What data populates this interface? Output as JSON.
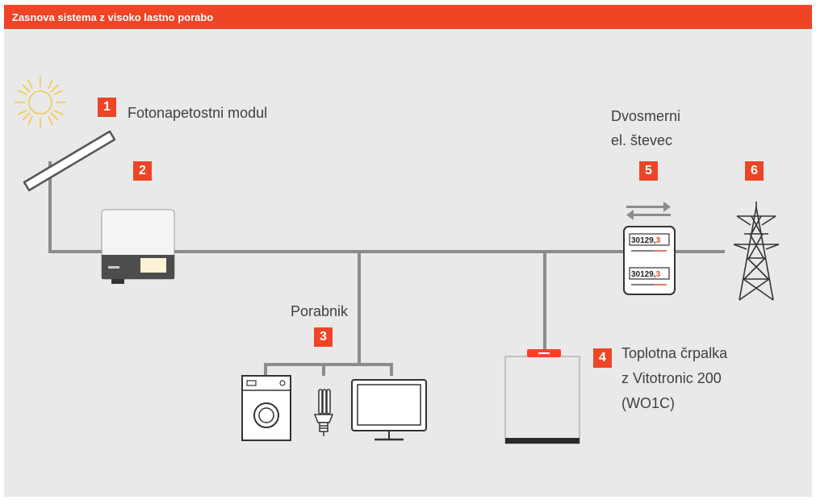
{
  "header": {
    "title": "Zasnova sistema z visoko lastno porabo"
  },
  "components": [
    {
      "number": "1",
      "label_lines": [
        "Fotonapetostni modul"
      ]
    },
    {
      "number": "2",
      "label_lines": []
    },
    {
      "number": "3",
      "label_lines": [
        "Porabnik"
      ]
    },
    {
      "number": "4",
      "label_lines": [
        "Toplotna črpalka",
        "z Vitotronic 200",
        "(WO1C)"
      ]
    },
    {
      "number": "5",
      "label_lines": [
        "Dvosmerni",
        "el. števec"
      ]
    },
    {
      "number": "6",
      "label_lines": []
    }
  ],
  "meter": {
    "reading_main": "30129,",
    "reading_decimal": "3"
  },
  "colors": {
    "accent": "#ee4527",
    "background": "#e9e9e9",
    "line": "#8c8c8c",
    "text": "#404040"
  },
  "icons": [
    "sun-icon",
    "solar-panel-icon",
    "inverter-icon",
    "washing-machine-icon",
    "light-bulb-icon",
    "monitor-icon",
    "heat-pump-icon",
    "bidirectional-arrows-icon",
    "electricity-meter-icon",
    "power-pylon-icon"
  ]
}
